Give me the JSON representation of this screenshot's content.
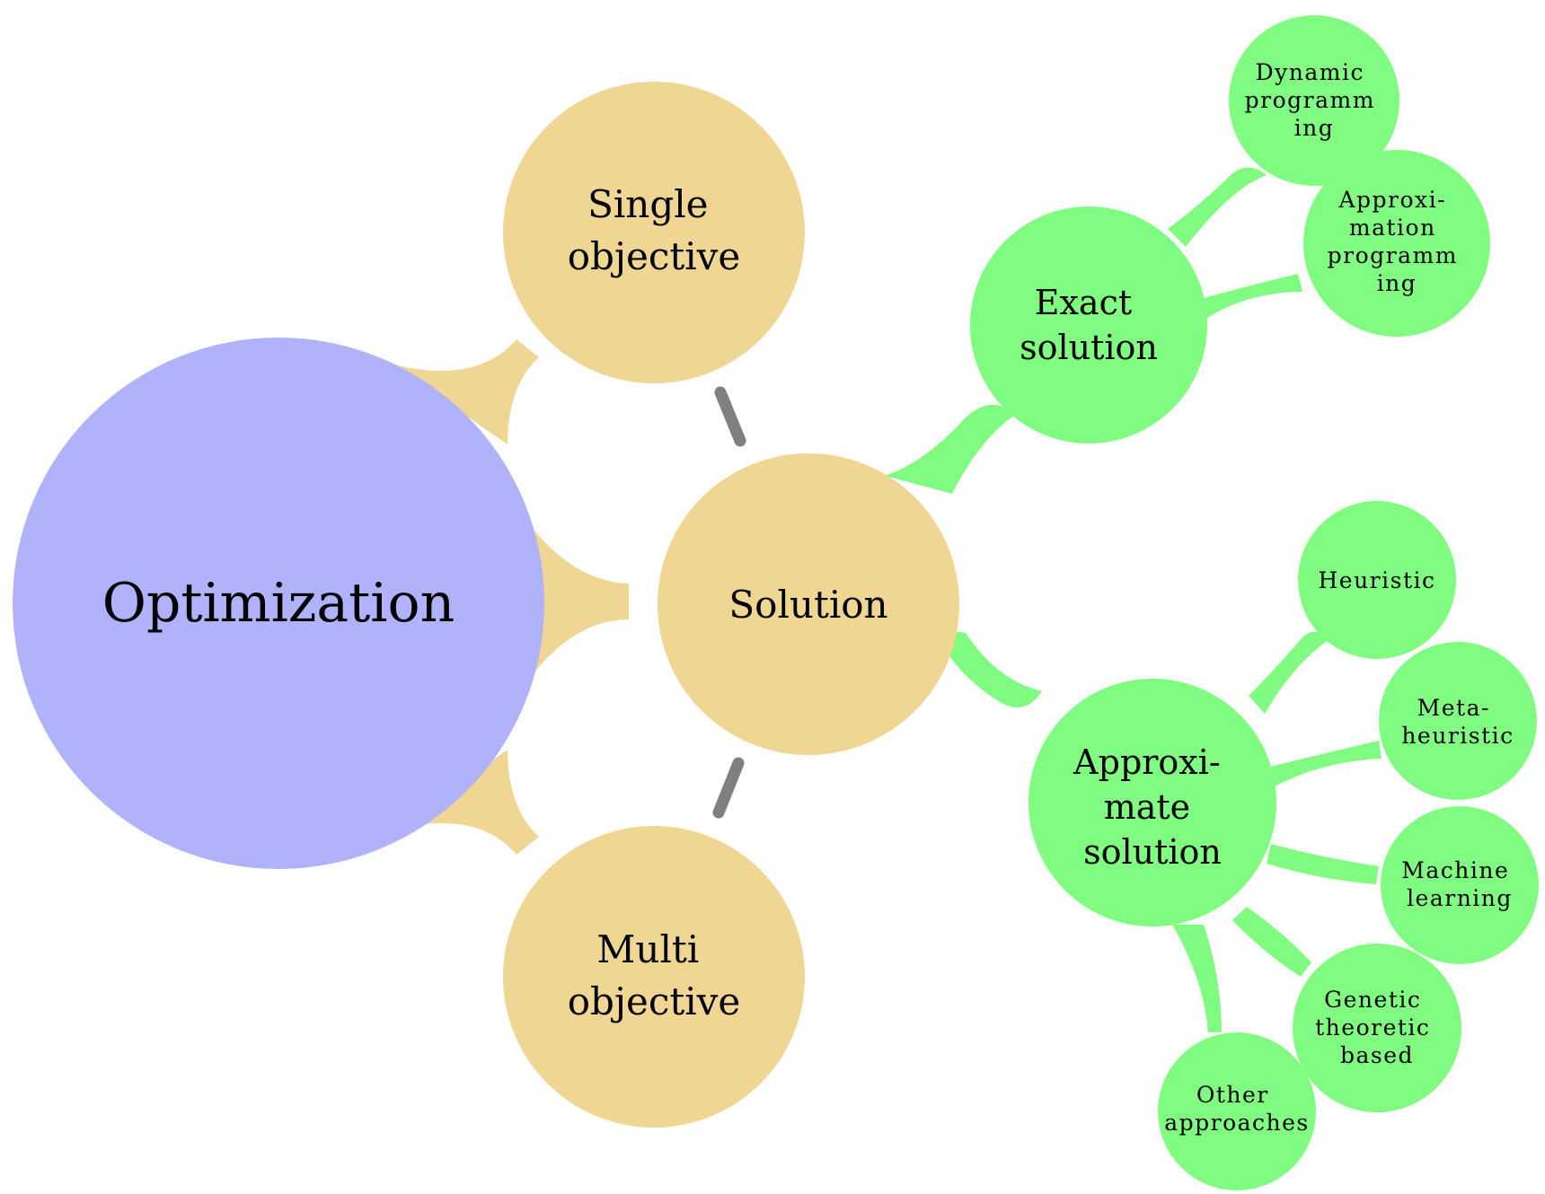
{
  "colors": {
    "root": "#b0b3fc",
    "level1": "#efd693",
    "solution_branch": "#80fd80",
    "dashed_link": "#808080",
    "background": "#ffffff"
  },
  "nodes": {
    "optimization": {
      "label": [
        "Optimization"
      ]
    },
    "single_objective": {
      "label": [
        "Single",
        "objective"
      ]
    },
    "solution": {
      "label": [
        "Solution"
      ]
    },
    "multi_objective": {
      "label": [
        "Multi",
        "objective"
      ]
    },
    "exact_solution": {
      "label": [
        "Exact",
        "solution"
      ]
    },
    "approximate_solution": {
      "label": [
        "Approxi-",
        "mate",
        "solution"
      ]
    },
    "dynamic_programming": {
      "label": [
        "Dynamic",
        "programm",
        "ing"
      ]
    },
    "approximation_programming": {
      "label": [
        "Approxi-",
        "mation",
        "programm",
        "ing"
      ]
    },
    "heuristic": {
      "label": [
        "Heuristic"
      ]
    },
    "meta_heuristic": {
      "label": [
        "Meta-",
        "heuristic"
      ]
    },
    "machine_learning": {
      "label": [
        "Machine",
        "learning"
      ]
    },
    "genetic_theoretic_based": {
      "label": [
        "Genetic",
        "theoretic",
        "based"
      ]
    },
    "other_approaches": {
      "label": [
        "Other",
        "approaches"
      ]
    }
  }
}
